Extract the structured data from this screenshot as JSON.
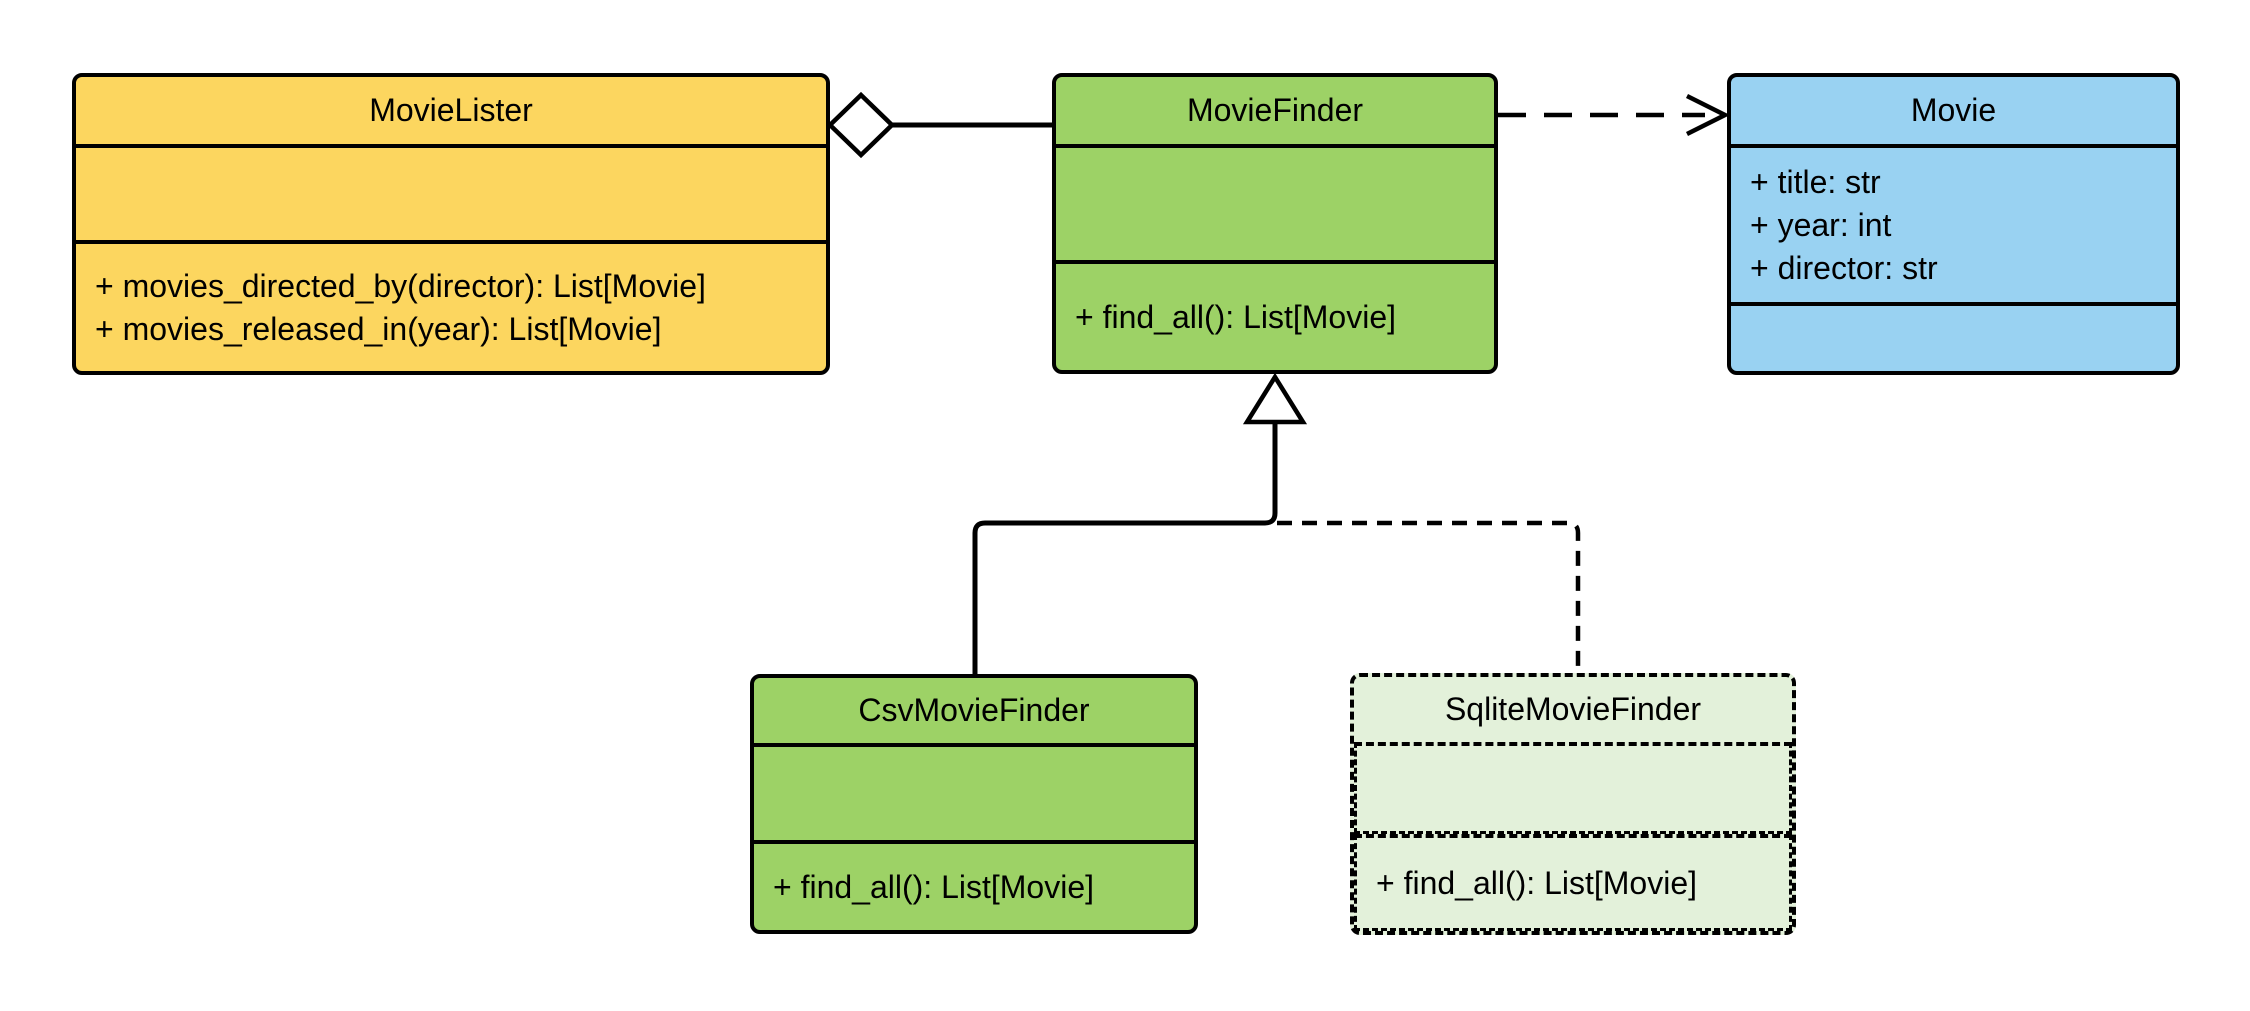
{
  "canvas": {
    "background": "#FFFFFF",
    "stroke_color": "#000000"
  },
  "classes": {
    "movie_lister": {
      "name": "MovieLister",
      "fill": "#FCD65F",
      "border": "solid",
      "fields": [],
      "methods": [
        "+ movies_directed_by(director): List[Movie]",
        "+ movies_released_in(year): List[Movie]"
      ]
    },
    "movie_finder": {
      "name": "MovieFinder",
      "fill": "#9DD266",
      "border": "solid",
      "fields": [],
      "methods": [
        "+ find_all(): List[Movie]"
      ]
    },
    "movie": {
      "name": "Movie",
      "fill": "#99D2F2",
      "border": "solid",
      "fields": [
        "+ title: str",
        "+ year: int",
        "+ director: str"
      ],
      "methods": []
    },
    "csv_movie_finder": {
      "name": "CsvMovieFinder",
      "fill": "#9DD266",
      "border": "solid",
      "fields": [],
      "methods": [
        "+ find_all(): List[Movie]"
      ]
    },
    "sqlite_movie_finder": {
      "name": "SqliteMovieFinder",
      "fill": "#E3F1DA",
      "border": "dashed",
      "fields": [],
      "methods": [
        "+ find_all(): List[Movie]"
      ]
    }
  },
  "relationships": [
    {
      "type": "aggregation",
      "from": "MovieLister",
      "to": "MovieFinder",
      "line": "solid",
      "marker": "hollow-diamond"
    },
    {
      "type": "dependency",
      "from": "MovieFinder",
      "to": "Movie",
      "line": "dashed",
      "marker": "open-arrow"
    },
    {
      "type": "generalization",
      "from": "CsvMovieFinder",
      "to": "MovieFinder",
      "line": "solid",
      "marker": "hollow-triangle"
    },
    {
      "type": "generalization",
      "from": "SqliteMovieFinder",
      "to": "MovieFinder",
      "line": "dashed",
      "marker": "hollow-triangle"
    }
  ]
}
